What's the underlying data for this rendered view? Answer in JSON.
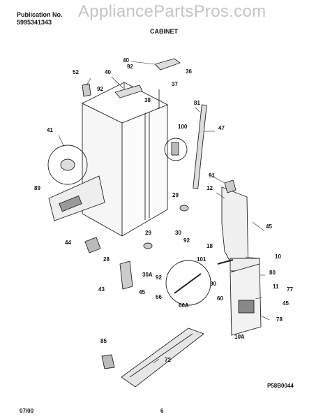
{
  "header": {
    "publication_label": "Publication No.",
    "publication_number": "5995341343",
    "watermark": "AppliancePartsPros.com",
    "section_title": "CABINET"
  },
  "callouts": [
    "40",
    "92",
    "36",
    "52",
    "40",
    "37",
    "92",
    "38",
    "81",
    "100",
    "47",
    "41",
    "91",
    "12",
    "89",
    "29",
    "45",
    "30",
    "92",
    "44",
    "29",
    "18",
    "10",
    "101",
    "28",
    "30A",
    "92",
    "80",
    "43",
    "45",
    "90",
    "11",
    "77",
    "66",
    "66A",
    "60",
    "45",
    "78",
    "10A",
    "85",
    "72"
  ],
  "footer": {
    "date": "07/00",
    "page": "6",
    "drawing_code": "P58B0044"
  }
}
